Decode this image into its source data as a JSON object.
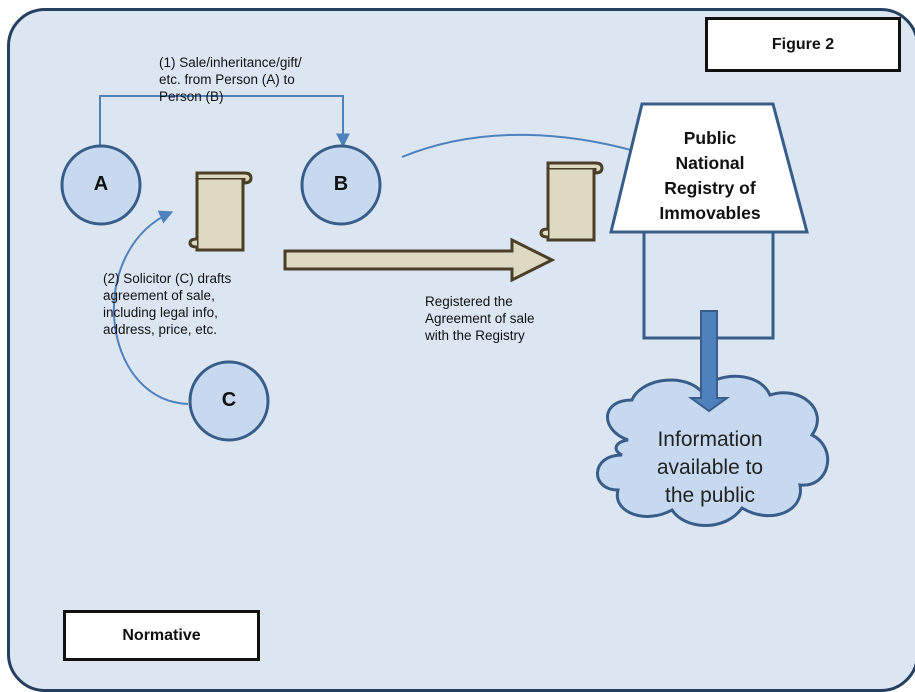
{
  "figure_label": "Figure 2",
  "footer_label": "Normative",
  "nodes": {
    "a": "A",
    "b": "B",
    "c": "C"
  },
  "annotations": {
    "transfer": "(1) Sale/inheritance/gift/\netc. from Person (A) to\nPerson (B)",
    "solicitor": "(2) Solicitor (C) drafts\nagreement of sale,\nincluding legal info,\naddress, price, etc.",
    "registered": "Registered the\nAgreement of sale\nwith the Registry"
  },
  "registry": "Public\nNational\nRegistry  of\nImmovables",
  "public_info": "Information\navailable to\nthe public",
  "colors": {
    "panel_bg": "#dce6f2",
    "panel_border": "#243f60",
    "circle_fill": "#c6d9f1",
    "circle_stroke": "#385d8a",
    "connector": "#4f81bd",
    "scroll_fill": "#ddd9c3",
    "scroll_stroke": "#4a3f26",
    "big_arrow_fill": "#ddd9c3",
    "down_arrow": "#4f81bd",
    "cloud_fill": "#c6d9f1"
  },
  "icons": {
    "document": "scroll-icon"
  }
}
